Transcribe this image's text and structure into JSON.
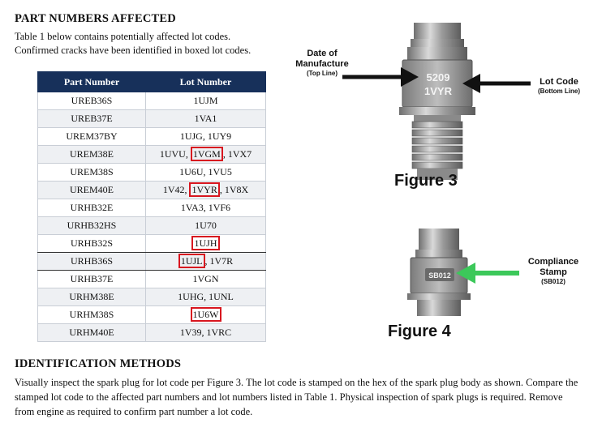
{
  "affected": {
    "heading": "PART NUMBERS AFFECTED",
    "line1": "Table 1 below contains potentially affected lot codes.",
    "line2": "Confirmed cracks have been identified in boxed lot codes."
  },
  "table": {
    "headers": [
      "Part Number",
      "Lot Number"
    ],
    "rows": [
      {
        "part": "UREB36S",
        "lots": [
          "1UJM"
        ],
        "boxed": []
      },
      {
        "part": "UREB37E",
        "lots": [
          "1VA1"
        ],
        "boxed": []
      },
      {
        "part": "UREM37BY",
        "lots": [
          "1UJG",
          "1UY9"
        ],
        "boxed": []
      },
      {
        "part": "UREM38E",
        "lots": [
          "1UVU",
          "1VGM",
          "1VX7"
        ],
        "boxed": [
          1
        ]
      },
      {
        "part": "UREM38S",
        "lots": [
          "1U6U",
          "1VU5"
        ],
        "boxed": []
      },
      {
        "part": "UREM40E",
        "lots": [
          "1V42",
          "1VYR",
          "1V8X"
        ],
        "boxed": [
          1
        ]
      },
      {
        "part": "URHB32E",
        "lots": [
          "1VA3",
          "1VF6"
        ],
        "boxed": []
      },
      {
        "part": "URHB32HS",
        "lots": [
          "1U70"
        ],
        "boxed": []
      },
      {
        "part": "URHB32S",
        "lots": [
          "1UJH"
        ],
        "boxed": [
          0
        ]
      },
      {
        "part": "URHB36S",
        "lots": [
          "1UJL",
          "1V7R"
        ],
        "boxed": [
          0
        ]
      },
      {
        "part": "URHB37E",
        "lots": [
          "1VGN"
        ],
        "boxed": []
      },
      {
        "part": "URHM38E",
        "lots": [
          "1UHG",
          "1UNL"
        ],
        "boxed": []
      },
      {
        "part": "URHM38S",
        "lots": [
          "1U6W"
        ],
        "boxed": [
          0
        ]
      },
      {
        "part": "URHM40E",
        "lots": [
          "1V39",
          "1VRC"
        ],
        "boxed": []
      }
    ]
  },
  "figure3": {
    "label": "Figure 3",
    "date_title": "Date of Manufacture",
    "date_sub": "(Top Line)",
    "lot_title": "Lot Code",
    "lot_sub": "(Bottom Line)",
    "stamp_top": "5209",
    "stamp_bottom": "1VYR"
  },
  "figure4": {
    "label": "Figure 4",
    "callout_title": "Compliance Stamp",
    "callout_sub": "(SB012)",
    "stamp": "SB012"
  },
  "identification": {
    "heading": "IDENTIFICATION METHODS",
    "body": "Visually inspect the spark plug for lot code per Figure 3. The lot code is stamped on the hex of the spark plug body as shown.  Compare the stamped lot code to the affected part numbers and lot numbers listed in Table 1. Physical inspection of spark plugs is required. Remove from engine as required to confirm part number a lot code."
  },
  "colors": {
    "header_bg": "#17305a",
    "box": "#d8161f",
    "arrow_green": "#3cc85a"
  }
}
